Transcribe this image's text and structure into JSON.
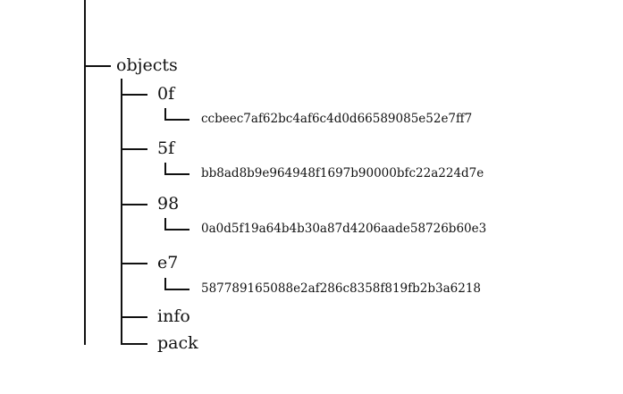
{
  "tree": {
    "root": {
      "name": "objects",
      "children": [
        {
          "name": "0f",
          "hash": "ccbeec7af62bc4af6c4d0d66589085e52e7ff7"
        },
        {
          "name": "5f",
          "hash": "bb8ad8b9e964948f1697b90000bfc22a224d7e"
        },
        {
          "name": "98",
          "hash": "0a0d5f19a64b4b30a87d4206aade58726b60e3"
        },
        {
          "name": "e7",
          "hash": "587789165088e2af286c8358f819fb2b3a6218"
        },
        {
          "name": "info"
        },
        {
          "name": "pack"
        }
      ]
    },
    "line_color": "#111111"
  }
}
